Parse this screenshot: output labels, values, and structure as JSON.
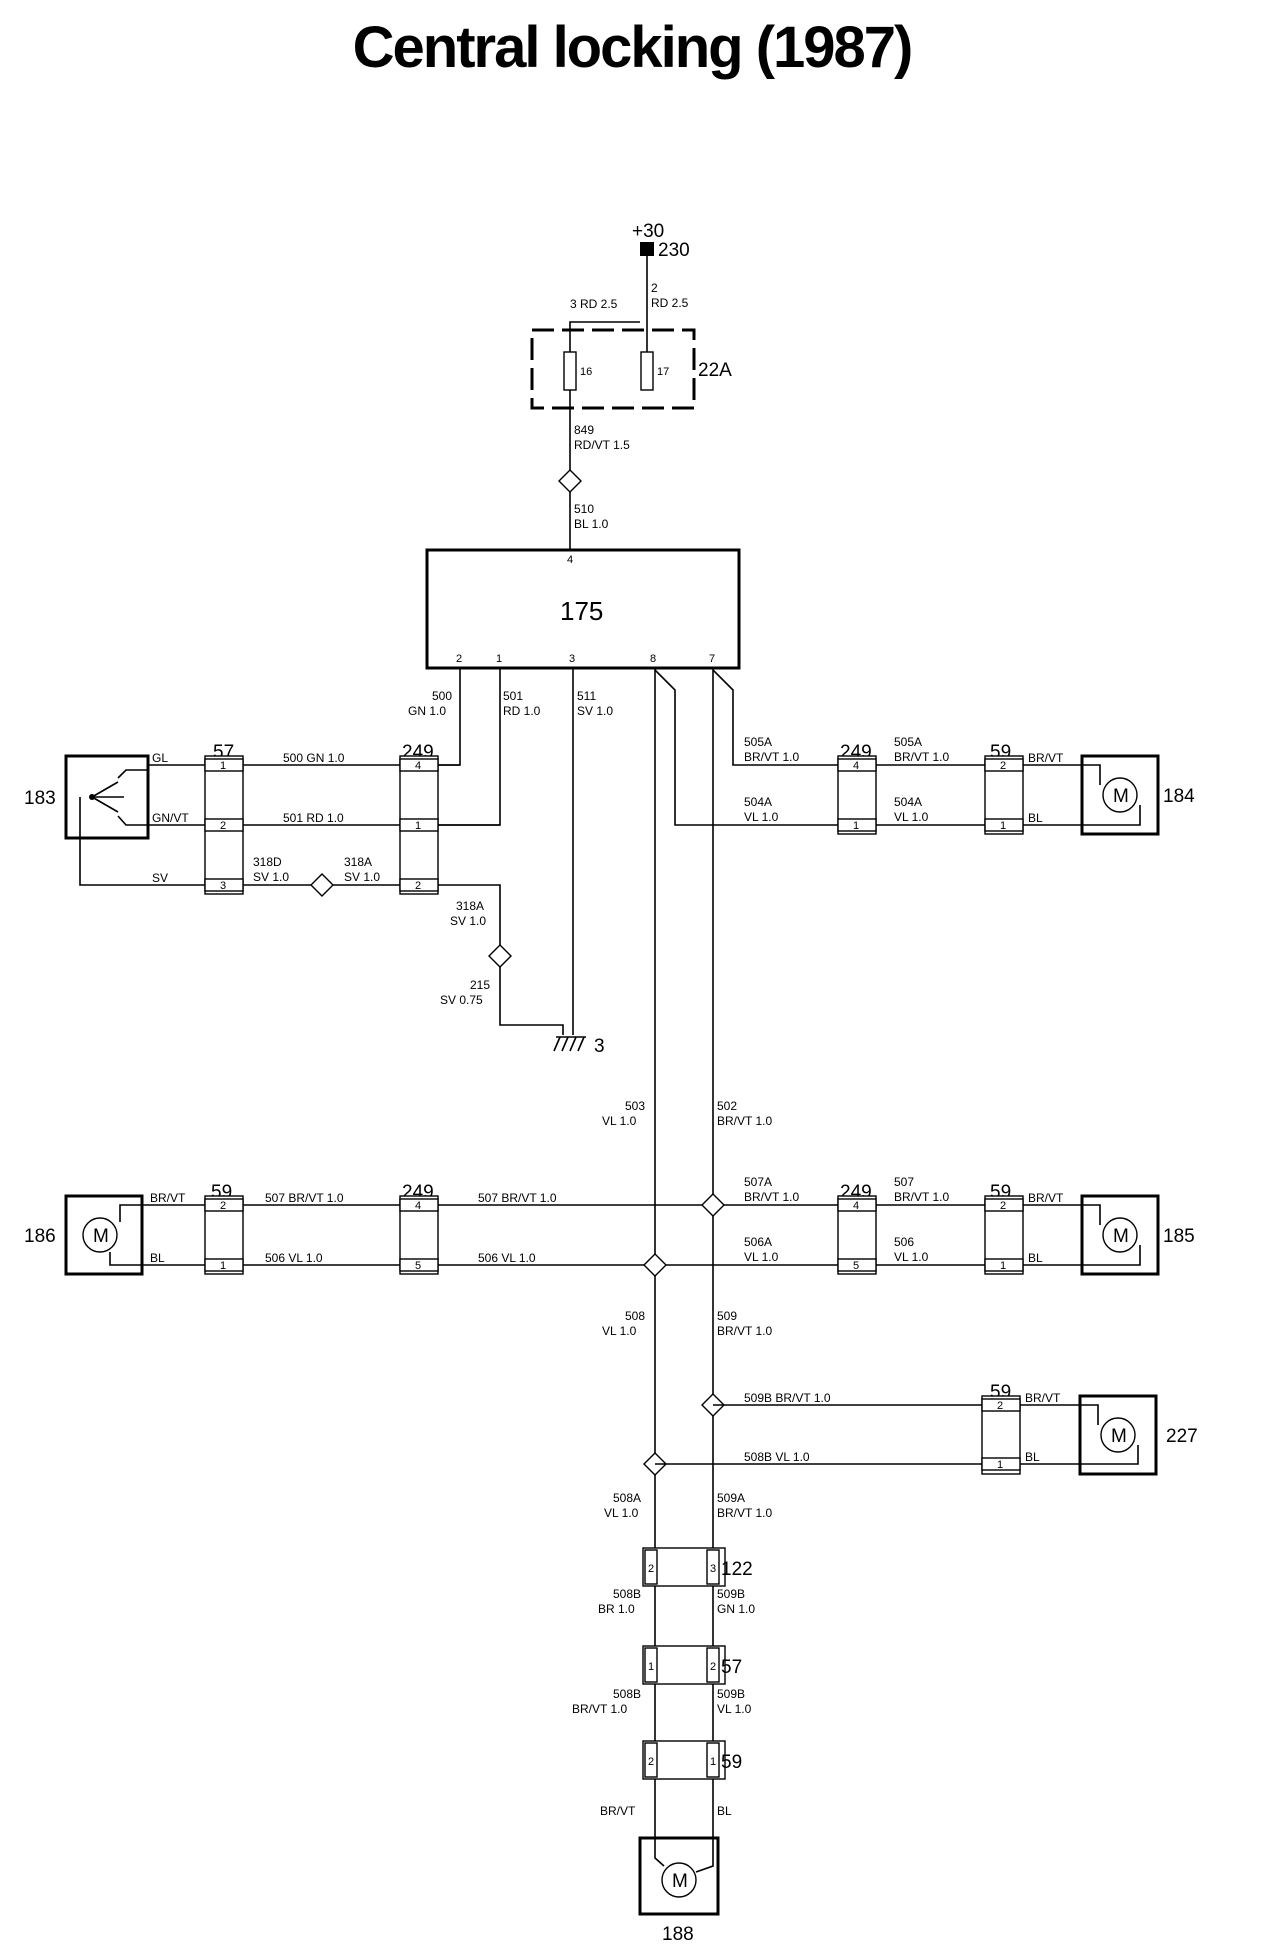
{
  "title": "Central locking (1987)",
  "supply": {
    "terminal": "+30",
    "node": "230"
  },
  "fusebox": {
    "id": "22A",
    "fuse1": "16",
    "fuse2": "17"
  },
  "control_unit": {
    "id": "175",
    "pin4": "4",
    "pin2": "2",
    "pin1": "1",
    "pin3": "3",
    "pin8": "8",
    "pin7": "7"
  },
  "ground": {
    "id": "3"
  },
  "components": {
    "c183": "183",
    "c184": "184",
    "c185": "185",
    "c186": "186",
    "c227": "227",
    "c188": "188",
    "motor": "M",
    "conn57": "57",
    "conn249": "249",
    "conn59": "59",
    "conn122": "122"
  },
  "wires": {
    "w3a": "3 RD 2.5",
    "w2a": "2",
    "w2b": "RD 2.5",
    "w849a": "849",
    "w849b": "RD/VT 1.5",
    "w510a": "510",
    "w510b": "BL 1.0",
    "w500a": "500",
    "w500b": "GN 1.0",
    "w501a": "501",
    "w501b": "RD 1.0",
    "w511a": "511",
    "w511b": "SV 1.0",
    "w500h": "500 GN 1.0",
    "w501h": "501 RD 1.0",
    "gl": "GL",
    "gnvt": "GN/VT",
    "sv": "SV",
    "w318Da": "318D",
    "w318Db": "SV 1.0",
    "w318Aa": "318A",
    "w318Ab": "SV 1.0",
    "w318Va": "318A",
    "w318Vb": "SV 1.0",
    "w215a": "215",
    "w215b": "SV 0.75",
    "w505Aa": "505A",
    "w505Ab": "BR/VT 1.0",
    "w505Ac": "505A",
    "w505Ad": "BR/VT 1.0",
    "w504Aa": "504A",
    "w504Ab": "VL 1.0",
    "w504Ac": "504A",
    "w504Ad": "VL 1.0",
    "brvt184": "BR/VT",
    "bl184": "BL",
    "w503a": "503",
    "w503b": "VL 1.0",
    "w502a": "502",
    "w502b": "BR/VT 1.0",
    "brvt186": "BR/VT",
    "bl186": "BL",
    "w507L": "507 BR/VT 1.0",
    "w507M": "507 BR/VT 1.0",
    "w506L": "506 VL 1.0",
    "w506M": "506 VL 1.0",
    "w507Aa": "507A",
    "w507Ab": "BR/VT 1.0",
    "w507a": "507",
    "w507b": "BR/VT 1.0",
    "w506Aa": "506A",
    "w506Ab": "VL 1.0",
    "w506a": "506",
    "w506b": "VL 1.0",
    "brvt185": "BR/VT",
    "bl185": "BL",
    "w508a": "508",
    "w508b": "VL 1.0",
    "w509a": "509",
    "w509b": "BR/VT 1.0",
    "w509Bh": "509B BR/VT 1.0",
    "w508Bh": "508B VL 1.0",
    "brvt227": "BR/VT",
    "bl227": "BL",
    "w508Aa": "508A",
    "w508Ab": "VL 1.0",
    "w509Aa": "509A",
    "w509Ab": "BR/VT 1.0",
    "w508B1a": "508B",
    "w508B1b": "BR 1.0",
    "w509B1a": "509B",
    "w509B1b": "GN 1.0",
    "w508B2a": "508B",
    "w508B2b": "BR/VT 1.0",
    "w509B2a": "509B",
    "w509B2b": "VL 1.0",
    "brvt188": "BR/VT",
    "bl188": "BL"
  },
  "pins": {
    "p1": "1",
    "p2": "2",
    "p3": "3",
    "p4": "4",
    "p5": "5"
  }
}
